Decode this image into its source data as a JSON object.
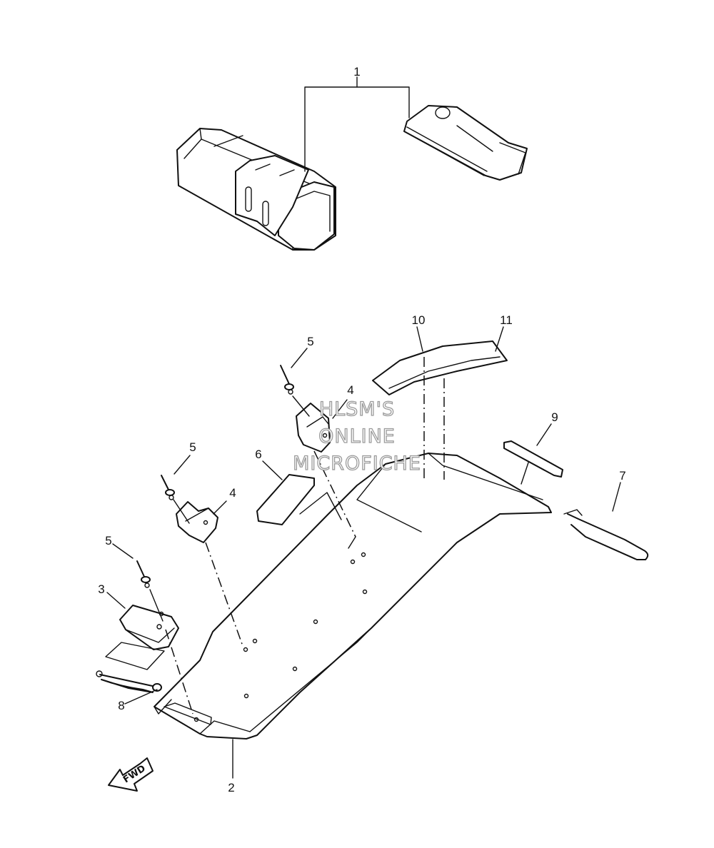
{
  "diagram": {
    "callouts": [
      {
        "id": "c1",
        "text": "1"
      },
      {
        "id": "c2",
        "text": "2"
      },
      {
        "id": "c3",
        "text": "3"
      },
      {
        "id": "c4a",
        "text": "4"
      },
      {
        "id": "c4b",
        "text": "4"
      },
      {
        "id": "c5a",
        "text": "5"
      },
      {
        "id": "c5b",
        "text": "5"
      },
      {
        "id": "c5c",
        "text": "5"
      },
      {
        "id": "c6",
        "text": "6"
      },
      {
        "id": "c7",
        "text": "7"
      },
      {
        "id": "c8",
        "text": "8"
      },
      {
        "id": "c9",
        "text": "9"
      },
      {
        "id": "c10",
        "text": "10"
      },
      {
        "id": "c11",
        "text": "11"
      }
    ],
    "watermark": [
      "HLSM'S",
      "ONLINE",
      "MICROFICHE"
    ],
    "direction_arrow": "FWD"
  }
}
